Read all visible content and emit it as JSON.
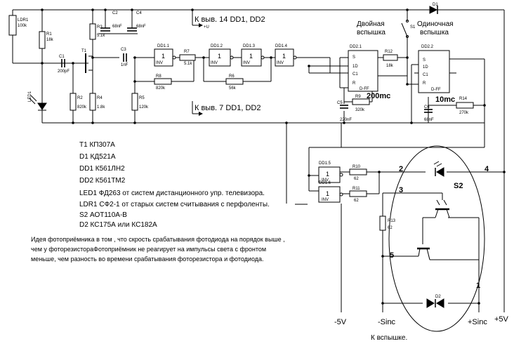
{
  "labels": {
    "ldr1": "LDR1",
    "ldr1_val": "100k",
    "r1": "R1",
    "r1_val": "18k",
    "c2": "C2",
    "c2_val": "68nF",
    "c4": "C4",
    "c4_val": "68nF",
    "r3": "R3",
    "r3_val": "5.1k",
    "c1": "C1",
    "c1_val": "200pF",
    "t1": "T1",
    "c3": "C3",
    "c3_val": "1nF",
    "r2": "R2",
    "r2_val": "820k",
    "r4": "R4",
    "r4_val": "1.8k",
    "r5": "R5",
    "r5_val": "120k",
    "led1": "LED1",
    "dd11": "DD1.1",
    "dd12": "DD1.2",
    "dd13": "DD1.3",
    "dd14": "DD1.4",
    "dd15": "DD1.5",
    "dd16": "DD1.6",
    "gate_one": "1",
    "inv": "INV",
    "r7": "R7",
    "r7_val": "5.1k",
    "r8": "R8",
    "r8_val": "820k",
    "r6": "R6",
    "r6_val": "56k",
    "dd21": "DD2.1",
    "dd22": "DD2.2",
    "pin_s": "S",
    "pin_1d": "1D",
    "pin_c1": "C1",
    "pin_r": "R",
    "dff": "D-FF",
    "r12": "R12",
    "r12_val": "18k",
    "r9": "R9",
    "r9_val": "320k",
    "c5": "C5",
    "c5_val": "220nF",
    "c6": "C6",
    "c6_val": "68nF",
    "r14": "R14",
    "r14_val": "270k",
    "s1": "S1",
    "d1": "D1",
    "r10": "R10",
    "r10_val": "62",
    "r11": "R11",
    "r11_val": "62",
    "r13": "R13",
    "r13_val": "62",
    "s2": "S2",
    "d2": "D2",
    "plus_u": "+U",
    "pin14": "К выв. 14 DD1, DD2",
    "pin7": "К выв. 7 DD1, DD2",
    "double_flash": "Двойная вспышка",
    "double_line1": "Двойная",
    "double_line2": "вспышка",
    "single_line1": "Одиночная",
    "single_line2": "вспышка",
    "t200": "200mc",
    "t10": "10mc",
    "node2": "2",
    "node3": "3",
    "node4": "4",
    "node5": "5",
    "node1": "1",
    "minus5v": "-5V",
    "minus_sinc": "-Sinc",
    "plus_sinc": "+Sinc",
    "plus5v": "+5V",
    "to_flash": "К вспышке."
  },
  "parts_list": [
    "T1  КП307А",
    "D1  КД521А",
    "DD1  К561ЛН2",
    "DD2  К561ТМ2",
    "LED1  ФД263  от систем дистанционного упр. телевизора.",
    "LDR1   СФ2-1 от старых систем считывания с перфоленты.",
    "S2  АОТ110А-В",
    "D2  КС175А или КС182А"
  ],
  "note": [
    "Идея фотоприёмника в том , что скрость срабатывания фотодиода  на порядок выше ,",
    "чем у фоторезистораФотоприёмник не реагирует на импульсы света  с фронтом",
    "меньше, чем разность во времени срабатывания  фоторезистора и фотодиода."
  ]
}
